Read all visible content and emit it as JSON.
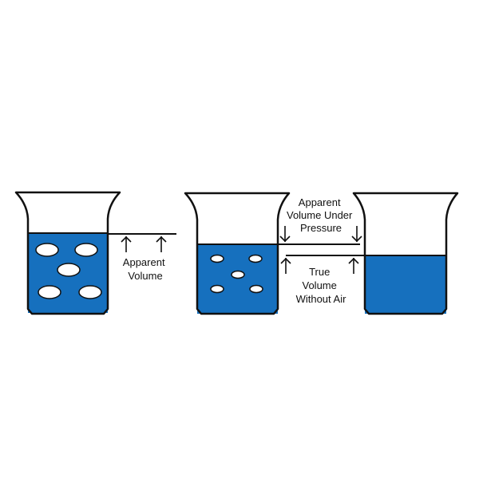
{
  "diagram": {
    "colors": {
      "liquid": "#1670be",
      "outline": "#111111",
      "bubble": "#ffffff",
      "background": "#ffffff"
    },
    "beakers": [
      {
        "id": "beaker-1",
        "description": "Liquid with large air bubbles"
      },
      {
        "id": "beaker-2",
        "description": "Liquid under pressure with small air bubbles"
      },
      {
        "id": "beaker-3",
        "description": "Liquid without air"
      }
    ],
    "labels": {
      "apparent_volume": [
        "Apparent",
        "Volume"
      ],
      "apparent_volume_under_pressure": [
        "Apparent",
        "Volume Under",
        "Pressure"
      ],
      "true_volume_without_air": [
        "True",
        "Volume",
        "Without Air"
      ]
    }
  }
}
